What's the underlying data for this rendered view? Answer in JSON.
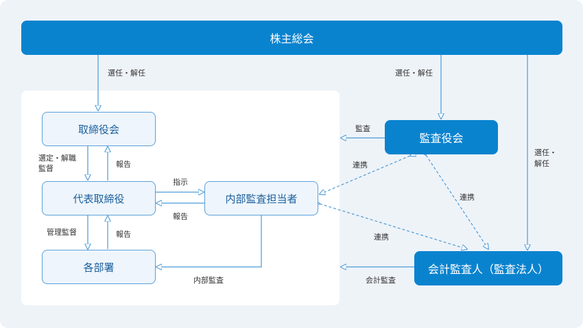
{
  "nodes": {
    "shareholders": "株主総会",
    "board": "取締役会",
    "auditors": "監査役会",
    "president": "代表取締役",
    "internal_audit": "内部監査担当者",
    "departments": "各部署",
    "accounting_auditor": "会計監査人（監査法人）"
  },
  "edges": {
    "elect_dismiss_board": "選任・解任",
    "elect_dismiss_auditors": "選任・解任",
    "elect_dismiss_accounting_line1": "選任・",
    "elect_dismiss_accounting_line2": "解任",
    "select_dismiss_supervise_line1": "選定・解職",
    "select_dismiss_supervise_line2": "監督",
    "report_president_to_board": "報告",
    "instruct": "指示",
    "report_internal_to_president": "報告",
    "manage_supervise": "管理監督",
    "report_departments_to_president": "報告",
    "internal_audit": "内部監査",
    "audit": "監査",
    "coordinate_auditors_internal": "連携",
    "coordinate_auditors_accounting": "連携",
    "coordinate_internal_accounting": "連携",
    "accounting_audit": "会計監査"
  },
  "colors": {
    "background": "#eef3f8",
    "panel": "#ffffff",
    "dark_box": "#0a83cf",
    "light_box": "#eef5fc",
    "light_border": "#5aa0d8",
    "light_text": "#1a5f9c",
    "line": "#4a9ad6"
  }
}
